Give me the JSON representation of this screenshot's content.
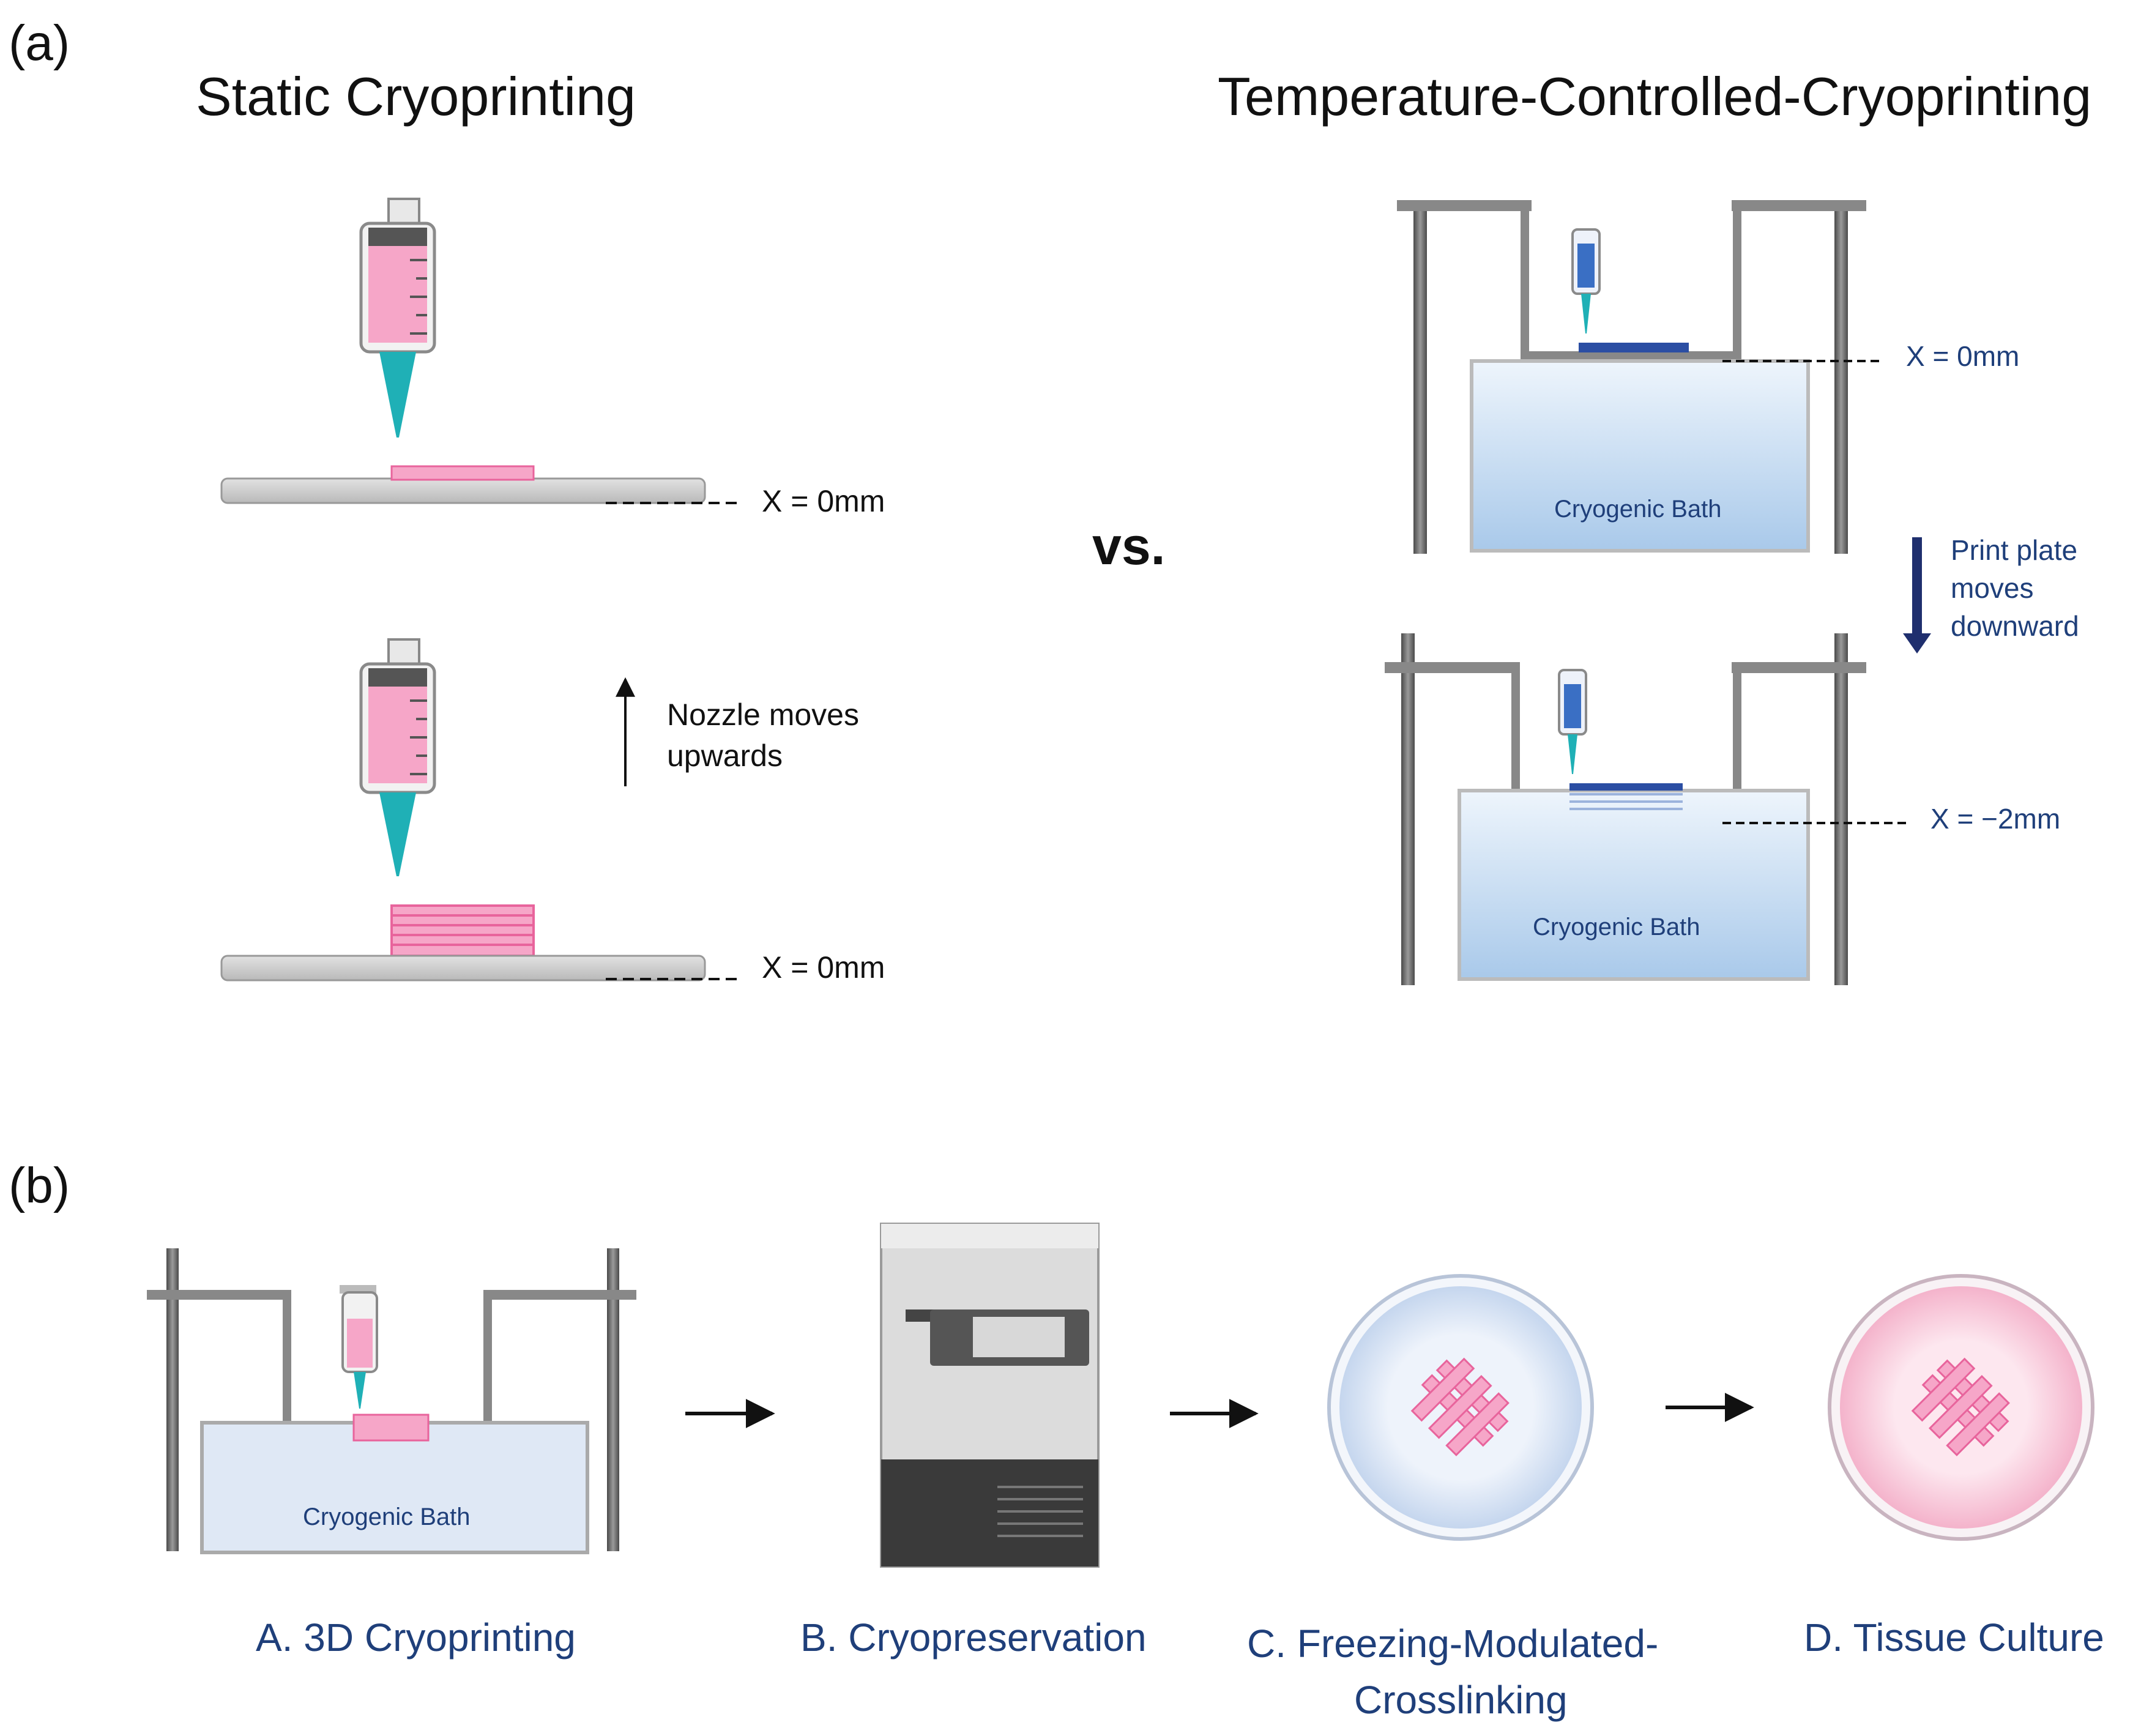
{
  "panels": {
    "a_label": "(a)",
    "b_label": "(b)"
  },
  "panel_a": {
    "left_title": "Static Cryoprinting",
    "right_title": "Temperature-Controlled-Cryoprinting",
    "vs": "vs.",
    "static_top_level": "X = 0mm",
    "static_bottom_level": "X = 0mm",
    "nozzle_note_line1": "Nozzle moves",
    "nozzle_note_line2": "upwards",
    "tc_top_level": "X = 0mm",
    "tc_bottom_level": "X = −2mm",
    "plate_note_line1": "Print plate",
    "plate_note_line2": "moves",
    "plate_note_line3": "downward",
    "bath_top": "Cryogenic Bath",
    "bath_bottom": "Cryogenic Bath"
  },
  "panel_b": {
    "bath_label": "Cryogenic Bath",
    "step_a": "A. 3D Cryoprinting",
    "step_b": "B. Cryopreservation",
    "step_c_line1": "C. Freezing-Modulated-",
    "step_c_line2": "Crosslinking",
    "step_d": "D. Tissue Culture"
  },
  "colors": {
    "ink_pink": "#f6a6c8",
    "ink_pink_dark": "#e8649c",
    "ink_blue": "#3a6fc4",
    "nozzle_teal": "#1fb0b6",
    "frame_gray": "#6b6b6b",
    "bath_blue": "#cfe2f3",
    "label_navy": "#1f3f7a"
  }
}
